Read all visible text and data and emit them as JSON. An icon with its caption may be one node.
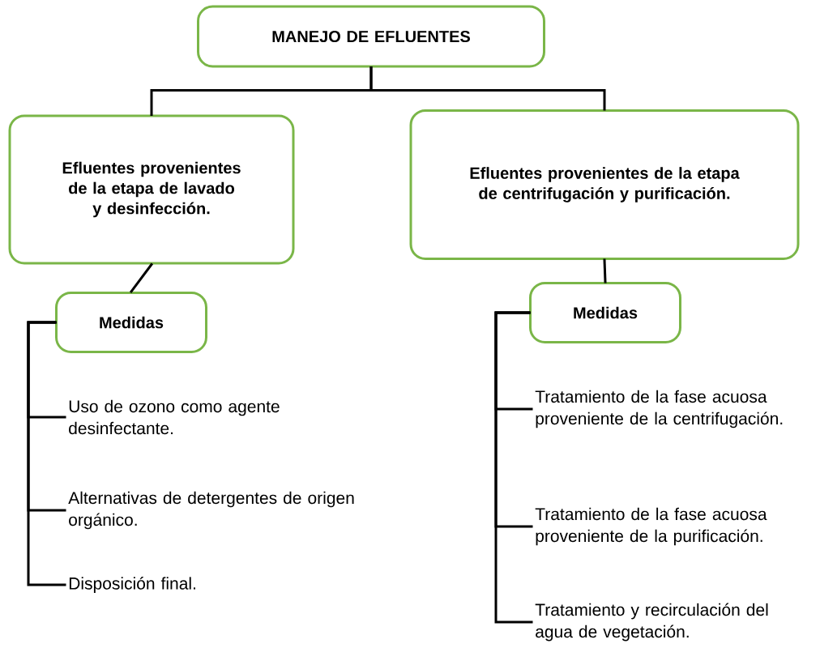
{
  "diagram": {
    "nodes": [
      {
        "text": [
          "MANEJO DE EFLUENTES"
        ]
      },
      {
        "text": [
          "Efluentes provenientes de la etapa de lavado y desinfección."
        ]
      },
      {
        "text": [
          "Efluentes provenientes de la etapa de centrifugación y purificación."
        ]
      },
      {
        "text": [
          "Medidas"
        ]
      },
      {
        "text": [
          "Medidas"
        ]
      },
      {
        "text": [
          "Uso de ozono como agente desinfectante."
        ]
      },
      {
        "text": [
          "Alternativas de detergentes de origen orgánico."
        ]
      },
      {
        "text": [
          "Disposición final."
        ]
      },
      {
        "text": [
          "Tratamiento de la fase acuosa proveniente de la centrifugación."
        ]
      },
      {
        "text": [
          "Tratamiento de la fase acuosa proveniente de la purificación."
        ]
      },
      {
        "text": [
          "Tratamiento y recirculación del agua de vegetación."
        ]
      }
    ],
    "edges": [
      {
        "from": 0,
        "to": 1,
        "arrow": "none"
      },
      {
        "from": 0,
        "to": 2,
        "arrow": "none"
      },
      {
        "from": 1,
        "to": 3,
        "arrow": "none"
      },
      {
        "from": 2,
        "to": 4,
        "arrow": "none"
      },
      {
        "from": 3,
        "to": 5,
        "arrow": "none"
      },
      {
        "from": 3,
        "to": 6,
        "arrow": "none"
      },
      {
        "from": 3,
        "to": 7,
        "arrow": "none"
      },
      {
        "from": 4,
        "to": 8,
        "arrow": "none"
      },
      {
        "from": 4,
        "to": 9,
        "arrow": "none"
      },
      {
        "from": 4,
        "to": 10,
        "arrow": "none"
      }
    ]
  }
}
